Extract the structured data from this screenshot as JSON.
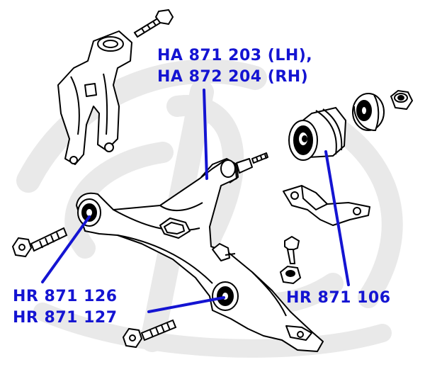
{
  "labels": {
    "top_line1": "HA 871 203 (LH),",
    "top_line2": "HA 872 204 (RH)",
    "left_line1": "HR 871 126",
    "left_line2": "HR 871 127",
    "right": "HR 871 106"
  },
  "colors": {
    "label": "#1414d2",
    "pointer": "#1414d2",
    "line_art": "#000000",
    "watermark": "#e9e9e9"
  },
  "icons": {
    "watermark": "brand-logo-watermark"
  }
}
